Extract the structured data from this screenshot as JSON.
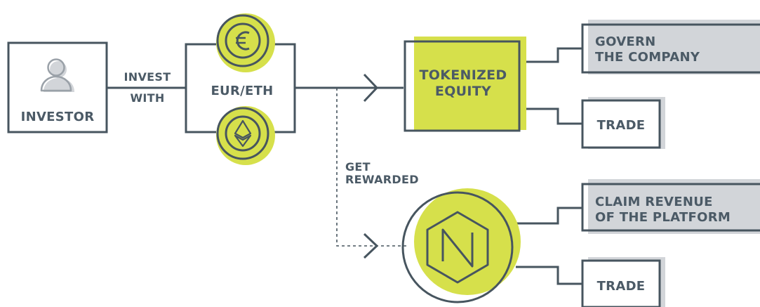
{
  "nodes": {
    "investor": {
      "label": "INVESTOR"
    },
    "invest_with": {
      "line1": "INVEST",
      "line2": "WITH"
    },
    "currency": {
      "label": "EUR/ETH"
    },
    "tokenized_equity": {
      "line1": "TOKENIZED",
      "line2": "EQUITY"
    },
    "govern": {
      "line1": "GOVERN",
      "line2": "THE COMPANY"
    },
    "trade_top": {
      "label": "TRADE"
    },
    "get_rewarded": {
      "line1": "GET",
      "line2": "REWARDED"
    },
    "claim_revenue": {
      "line1": "CLAIM REVENUE",
      "line2": "OF THE PLATFORM"
    },
    "trade_bottom": {
      "label": "TRADE"
    }
  },
  "colors": {
    "accent_yellow": "#d6e04b",
    "line_dark": "#47555f",
    "box_grey": "#d2d5d9",
    "text_dark": "#4b5a66",
    "icon_grey": "#9aa1a8"
  },
  "icons": [
    "person-icon",
    "euro-coin-icon",
    "ethereum-coin-icon",
    "neufund-hexagon-icon"
  ]
}
